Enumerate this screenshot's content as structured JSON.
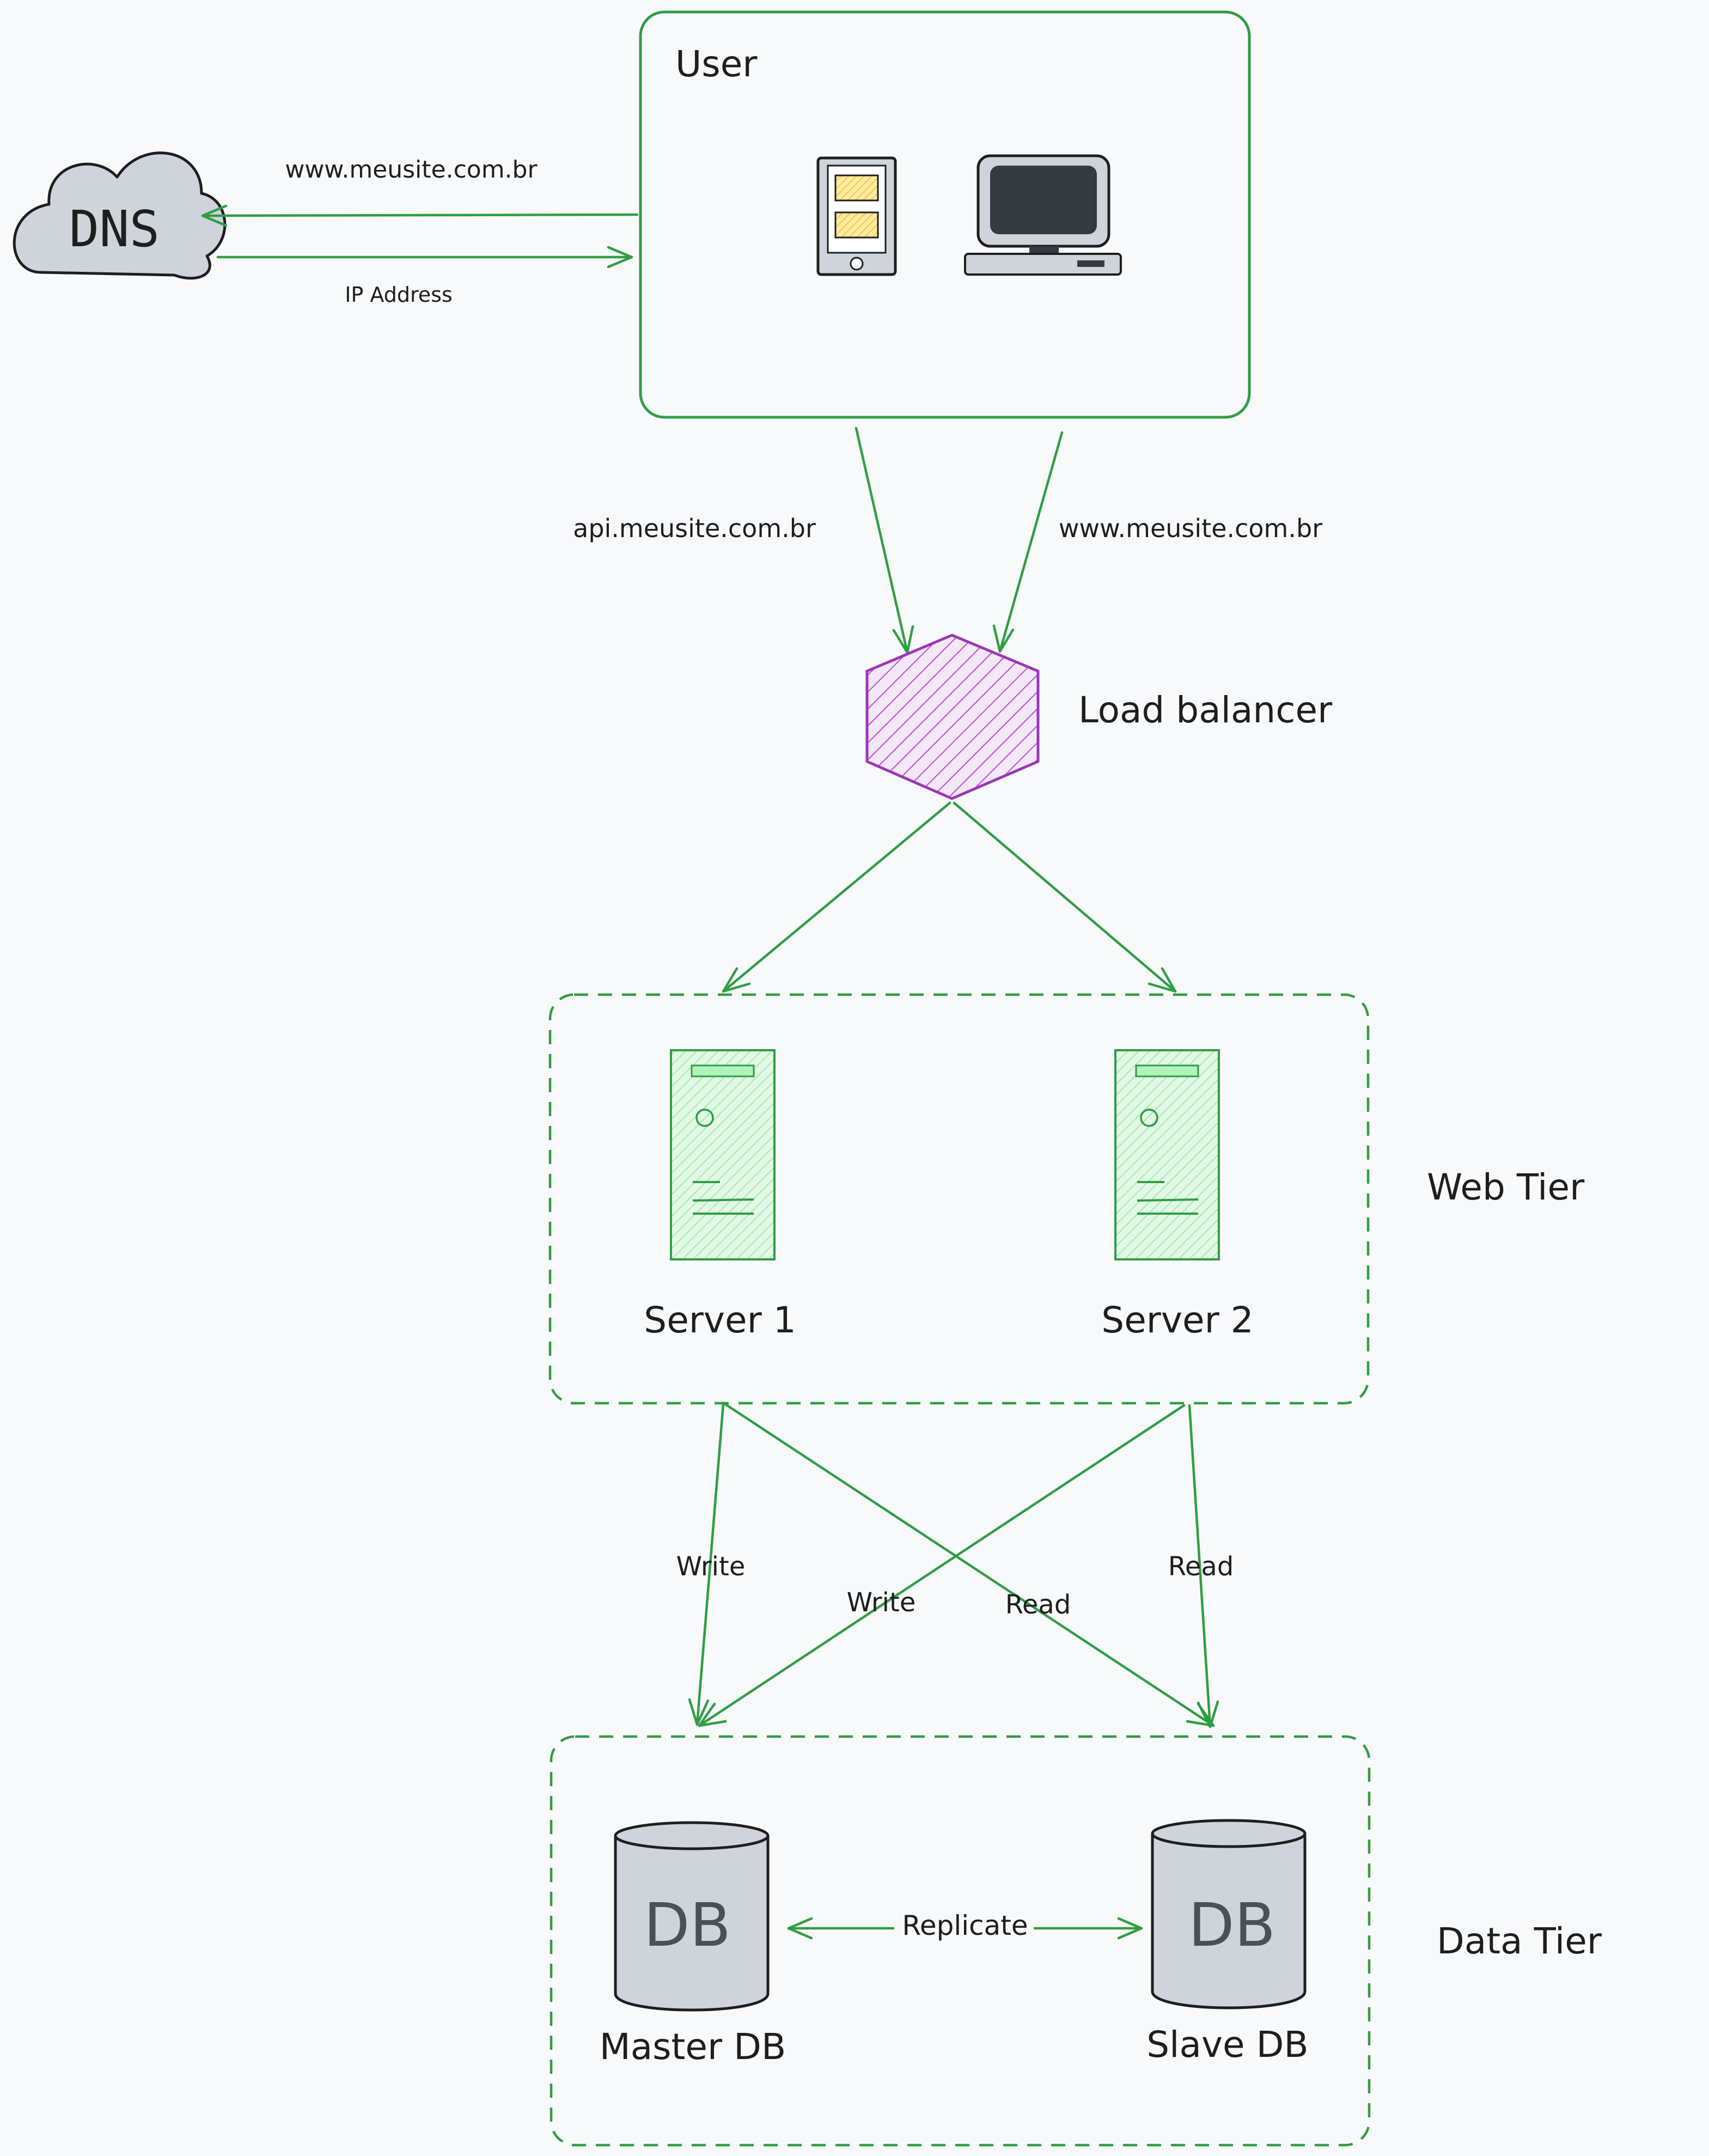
{
  "nodes": {
    "user": "User",
    "dns": "DNS",
    "load_balancer": "Load balancer",
    "web_tier": "Web Tier",
    "server1": "Server 1",
    "server2": "Server 2",
    "data_tier": "Data Tier",
    "master_db": "Master DB",
    "slave_db": "Slave DB",
    "db_glyph_master": "DB",
    "db_glyph_slave": "DB"
  },
  "edges": {
    "dns_request": "www.meusite.com.br",
    "dns_response": "IP Address",
    "api_request": "api.meusite.com.br",
    "web_request": "www.meusite.com.br",
    "s1_write": "Write",
    "s1_read": "Read",
    "s2_write": "Write",
    "s2_read": "Read",
    "replicate": "Replicate"
  },
  "colors": {
    "edge": "#2f9e44",
    "server_fill": "#b2f2bb",
    "load_balancer": "#9c36b5",
    "device_dark": "#343a40",
    "device_light": "#ced4da",
    "screen_tile": "#ffec99"
  }
}
